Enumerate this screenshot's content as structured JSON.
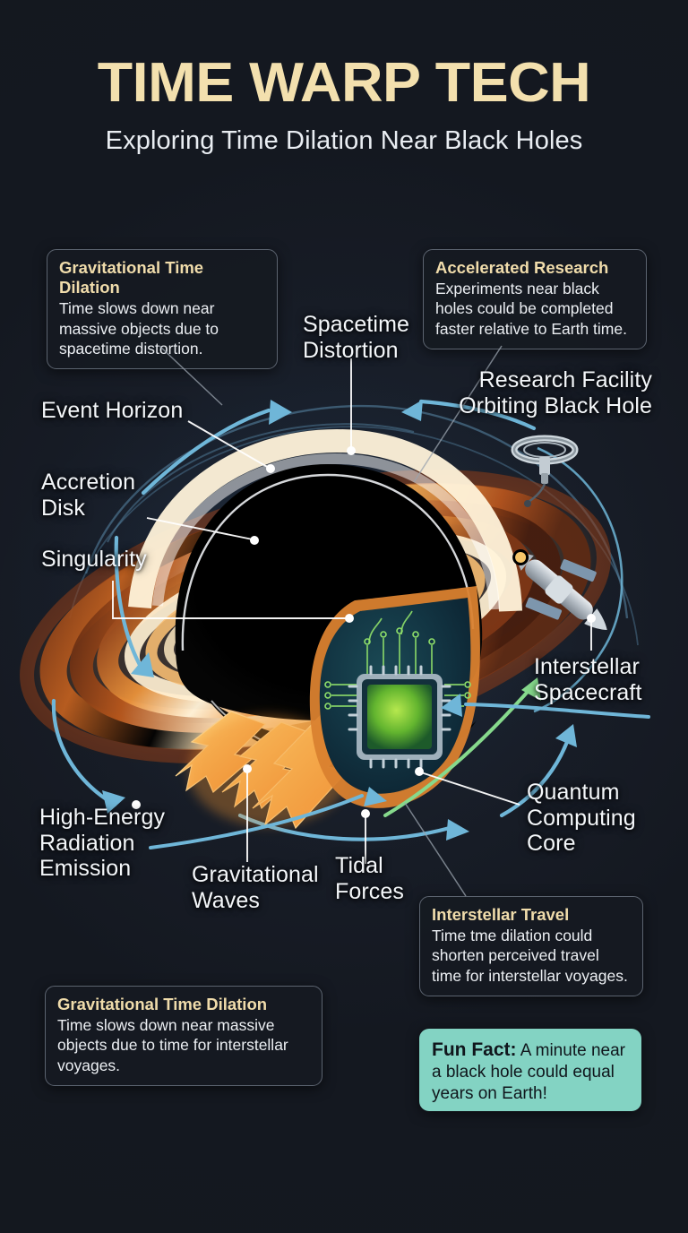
{
  "header": {
    "title": "TIME WARP TECH",
    "subtitle": "Exploring Time Dilation Near Black Holes",
    "title_color": "#f3e0ae"
  },
  "theme": {
    "background": "#14181f",
    "accent_gold": "#f0dcab",
    "accent_teal": "#83d3c3",
    "arrow_blue": "#6fb6d8",
    "radiation_orange": "#f2a martial",
    "label_white": "#f4f7fa",
    "card_border": "#5c6470"
  },
  "callouts": [
    {
      "id": "gravitational-time-dilation-top",
      "title": "Gravitational Time Dilation",
      "body": "Time slows down near massive objects due to spacetime distortion."
    },
    {
      "id": "accelerated-research",
      "title": "Accelerated Research",
      "body": "Experiments near black holes could be completed faster relative to Earth time."
    },
    {
      "id": "interstellar-travel",
      "title": "Interstellar Travel",
      "body": "Time tme dilation could shorten perceived travel time for interstellar voyages."
    },
    {
      "id": "gravitational-time-dilation-bottom",
      "title": "Gravitational Time Dilation",
      "body": "Time slows down near massive objects due to time for interstellar voyages."
    }
  ],
  "fun_fact": {
    "label": "Fun Fact:",
    "text": " A minute near a black hole could equal years on Earth!"
  },
  "diagram_labels": [
    {
      "id": "event-horizon",
      "text": "Event Horizon"
    },
    {
      "id": "accretion-disk",
      "text": "Accretion\nDisk"
    },
    {
      "id": "singularity",
      "text": "Singularity"
    },
    {
      "id": "spacetime-distortion",
      "text": "Spacetime\nDistortion"
    },
    {
      "id": "research-facility",
      "text": "Research Facility\nOrbiting Black Hole"
    },
    {
      "id": "interstellar-spacecraft",
      "text": "Interstellar\nSpacecraft"
    },
    {
      "id": "quantum-computing-core",
      "text": "Quantum\nComputing\nCore"
    },
    {
      "id": "high-energy-radiation",
      "text": "High-Energy\nRadiation\nEmission"
    },
    {
      "id": "gravitational-waves",
      "text": "Gravitational\nWaves"
    },
    {
      "id": "tidal-forces",
      "text": "Tidal\nForces"
    }
  ],
  "illustration": {
    "subject": "black-hole",
    "elements": [
      "accretion-disk",
      "event-horizon-shadow",
      "gravitational-lensing-arcs",
      "spacetime-warp-arrows",
      "radiation-bolt-arrows",
      "ring-space-station",
      "rocket-spacecraft",
      "quantum-chip-shield"
    ]
  }
}
